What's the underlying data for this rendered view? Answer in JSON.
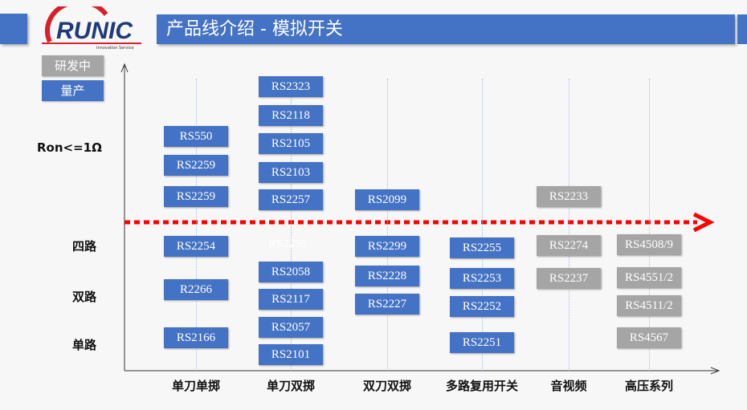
{
  "header": {
    "title": "产品线介绍 -  模拟开关",
    "logo_text": "RUNIC",
    "logo_tagline": "Innovation Service",
    "accent": "#4472c4"
  },
  "legend": {
    "developing": "研发中",
    "production": "量产",
    "developing_color": "#a5a5a5",
    "production_color": "#4472c4"
  },
  "y_labels": [
    "Ron<=1Ω",
    "四路",
    "双路",
    "单路"
  ],
  "threshold_arrow_color": "#ff0000",
  "columns": [
    {
      "label": "单刀单掷",
      "parts": [
        {
          "name": "RS550",
          "status": "production"
        },
        {
          "name": "RS2259",
          "status": "production"
        },
        {
          "name": "RS2259",
          "status": "production"
        },
        {
          "name": "RS2254",
          "status": "production"
        },
        {
          "name": "R2266",
          "status": "production"
        },
        {
          "name": "RS2166",
          "status": "production"
        }
      ]
    },
    {
      "label": "单刀双掷",
      "parts": [
        {
          "name": "RS2323",
          "status": "production"
        },
        {
          "name": "RS2118",
          "status": "production"
        },
        {
          "name": "RS2105",
          "status": "production"
        },
        {
          "name": "RS2103",
          "status": "production"
        },
        {
          "name": "RS2257",
          "status": "production"
        },
        {
          "name": "RS2058",
          "status": "production"
        },
        {
          "name": "RS2117",
          "status": "production"
        },
        {
          "name": "RS2057",
          "status": "production"
        },
        {
          "name": "RS2101",
          "status": "production"
        }
      ],
      "ghost": "RS2299"
    },
    {
      "label": "双刀双掷",
      "parts": [
        {
          "name": "RS2099",
          "status": "production"
        },
        {
          "name": "RS2299",
          "status": "production"
        },
        {
          "name": "RS2228",
          "status": "production"
        },
        {
          "name": "RS2227",
          "status": "production"
        }
      ]
    },
    {
      "label": "多路复用开关",
      "parts": [
        {
          "name": "RS2255",
          "status": "production"
        },
        {
          "name": "RS2253",
          "status": "production"
        },
        {
          "name": "RS2252",
          "status": "production"
        },
        {
          "name": "RS2251",
          "status": "production"
        }
      ]
    },
    {
      "label": "音视频",
      "parts": [
        {
          "name": "RS2233",
          "status": "developing"
        },
        {
          "name": "RS2274",
          "status": "developing"
        },
        {
          "name": "RS2237",
          "status": "developing"
        }
      ]
    },
    {
      "label": "高压系列",
      "parts": [
        {
          "name": "RS4508/9",
          "status": "developing"
        },
        {
          "name": "RS4551/2",
          "status": "developing"
        },
        {
          "name": "RS4511/2",
          "status": "developing"
        },
        {
          "name": "RS4567",
          "status": "developing"
        }
      ]
    }
  ]
}
